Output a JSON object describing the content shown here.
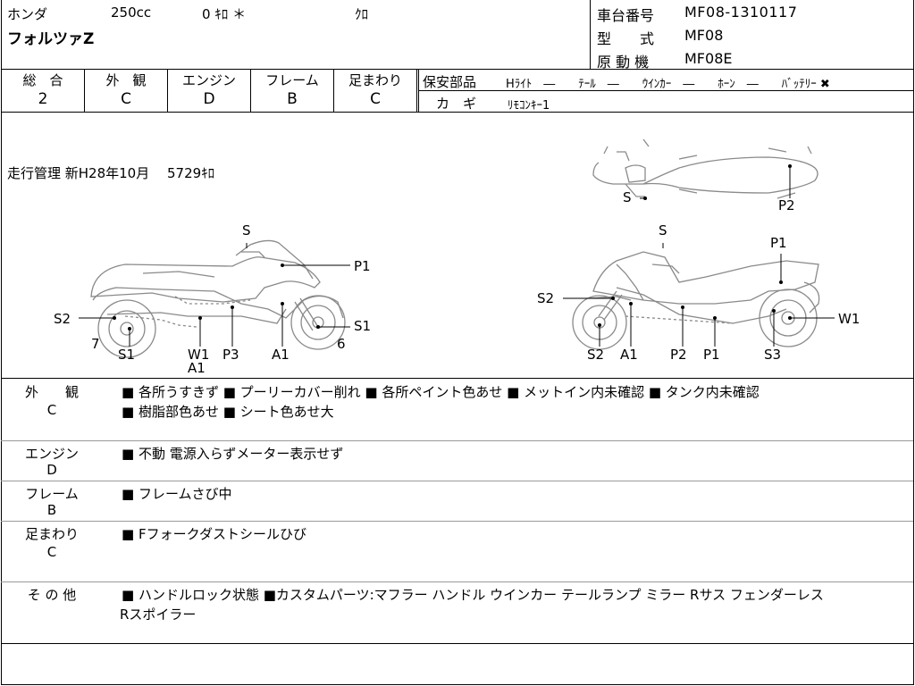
{
  "header": {
    "maker": "ホンダ",
    "displacement": "250cc",
    "mileage": "0 ｷﾛ ＊",
    "color": "ｸﾛ",
    "model_name": "フォルツァZ",
    "frame_no_label": "車台番号",
    "frame_no": "MF08-1310117",
    "type_label": "型　　式",
    "type_value": "MF08",
    "engine_label": "原 動 機",
    "engine_value": "MF08E"
  },
  "grades": {
    "overall_label": "総　合",
    "overall": "2",
    "exterior_label": "外　観",
    "exterior": "C",
    "engine_label": "エンジン",
    "engine": "D",
    "frame_label": "フレーム",
    "frame": "B",
    "suspension_label": "足まわり",
    "suspension": "C"
  },
  "safety": {
    "label": "保安部品",
    "items": "Hﾗｲﾄ　―　　ﾃｰﾙ　―　　ｳｲﾝｶｰ　―　　ﾎｰﾝ　―　　ﾊﾞｯﾃﾘｰ ✖",
    "key_label": "カ　ギ",
    "key_value": "ﾘﾓｺﾝｷｰ1"
  },
  "mileage_note": "走行管理 新H28年10月　 5729ｷﾛ",
  "diagram_labels": {
    "left": [
      "S",
      "P1",
      "S2",
      "S1",
      "7",
      "6",
      "S1",
      "W1",
      "A1",
      "P3",
      "A1"
    ],
    "right": [
      "S",
      "P1",
      "S2",
      "W1",
      "S2",
      "A1",
      "P2",
      "P1",
      "S3"
    ],
    "top": [
      "S",
      "P2"
    ]
  },
  "comments": [
    {
      "label": "外　　観",
      "grade": "C",
      "lines": [
        "■ 各所うすきず ■ プーリーカバー削れ ■ 各所ペイント色あせ ■ メットイン内未確認 ■ タンク内未確認",
        "■ 樹脂部色あせ ■ シート色あせ大"
      ]
    },
    {
      "label": "エンジン",
      "grade": "D",
      "lines": [
        "■ 不動 電源入らずメーター表示せず"
      ]
    },
    {
      "label": "フレーム",
      "grade": "B",
      "lines": [
        "■ フレームさび中"
      ]
    },
    {
      "label": "足まわり",
      "grade": "C",
      "lines": [
        "■ Fフォークダストシールひび"
      ]
    },
    {
      "label": "そ の 他",
      "grade": "",
      "lines": [
        "■ ハンドルロック状態 ■カスタムパーツ:マフラー ハンドル ウインカー テールランプ ミラー Rサス フェンダーレス",
        "Rスポイラー"
      ]
    }
  ]
}
